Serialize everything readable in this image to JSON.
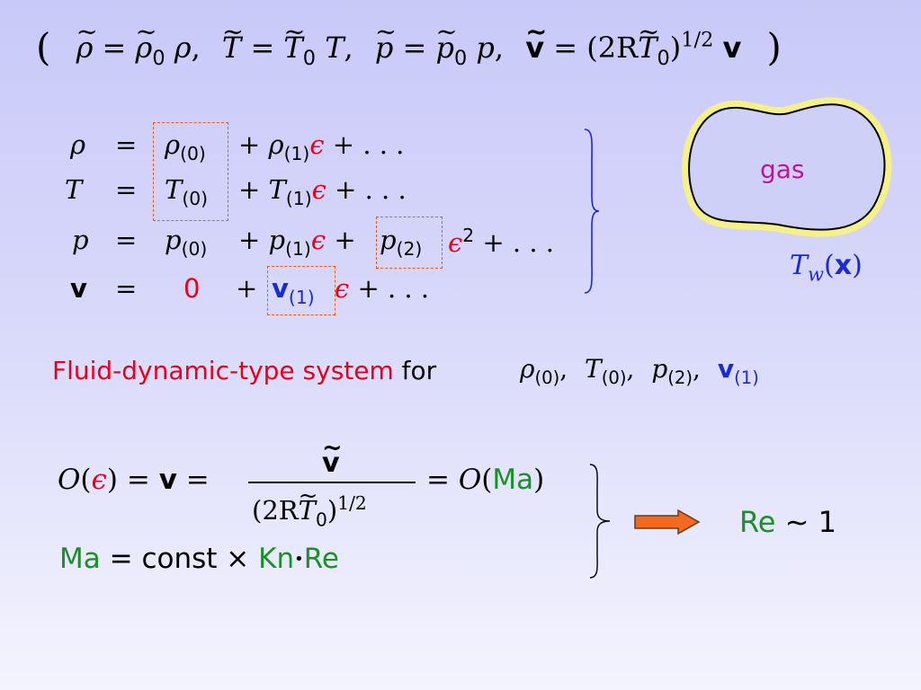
{
  "top_formula": {
    "open": "(",
    "rho": "ρ",
    "eq": "=",
    "rho0": "ρ",
    "sub0": "0",
    "rho_plain": "ρ",
    "comma": ",",
    "T": "T",
    "T0": "T",
    "T_plain": "T",
    "p": "p",
    "p0": "p",
    "p_plain": "p",
    "v": "v",
    "two_R": "(2R",
    "T0b": "T",
    "close_paren": ")",
    "half": "1/2",
    "v_plain": "v",
    "close": ")"
  },
  "expansions": {
    "rows": [
      {
        "lhs": "ρ",
        "eq": "=",
        "t0": "ρ",
        "t0_sub": "(0)",
        "plus1": "+",
        "t1": "ρ",
        "t1_sub": "(1)",
        "eps": "ϵ",
        "tail": "+ . . ."
      },
      {
        "lhs": "T",
        "eq": "=",
        "t0": "T",
        "t0_sub": "(0)",
        "plus1": "+",
        "t1": "T",
        "t1_sub": "(1)",
        "eps": "ϵ",
        "tail": "+ . . ."
      },
      {
        "lhs": "p",
        "eq": "=",
        "t0": "p",
        "t0_sub": "(0)",
        "plus1": "+",
        "t1": "p",
        "t1_sub": "(1)",
        "eps": "ϵ",
        "plus2": "+",
        "t2": "p",
        "t2_sub": "(2)",
        "eps2": "ϵ",
        "eps2_sup": "2",
        "tail": "+ . . ."
      },
      {
        "lhs": "v",
        "eq": "=",
        "t0": "0",
        "plus1": "+",
        "t1": "v",
        "t1_sub": "(1)",
        "eps": "ϵ",
        "tail": "+ . . ."
      }
    ]
  },
  "gas_blob": {
    "label": "gas",
    "wall_T": "T",
    "wall_sub": "w",
    "wall_arg_open": "(",
    "wall_x": "x",
    "wall_arg_close": ")"
  },
  "fluid_line": {
    "red_text": "Fluid-dynamic-type system",
    "for_text": "for",
    "v1": "ρ",
    "v1_sub": "(0)",
    "c1": ",",
    "v2": "T",
    "v2_sub": "(0)",
    "c2": ",",
    "v3": "p",
    "v3_sub": "(2)",
    "c3": ",",
    "v4": "v",
    "v4_sub": "(1)"
  },
  "order_eq": {
    "O": "O",
    "eps_open": "(",
    "eps": "ϵ",
    "eps_close": ")",
    "eq1": "=",
    "v": "v",
    "eq2": "=",
    "num_v": "v",
    "den_open": "(2R",
    "den_T": "T",
    "den_sub": "0",
    "den_close": ")",
    "den_sup": "1/2",
    "eq3": "=",
    "O2": "O",
    "ma_open": "(",
    "ma": "Ma",
    "ma_close": ")"
  },
  "ma_eq": {
    "ma": "Ma",
    "eq": "=",
    "const": "const",
    "times": "×",
    "kn": "Kn",
    "dot": "•",
    "re": "Re"
  },
  "result": {
    "re": "Re",
    "sim": "∼",
    "one": "1"
  },
  "colors": {
    "red": "#e8001c",
    "blue": "#1a2bd6",
    "green": "#1a8f2a",
    "magenta": "#c0149a",
    "arrow": "#f26a1f",
    "box": "#ee5a1e",
    "halo": "#f6f08a"
  }
}
